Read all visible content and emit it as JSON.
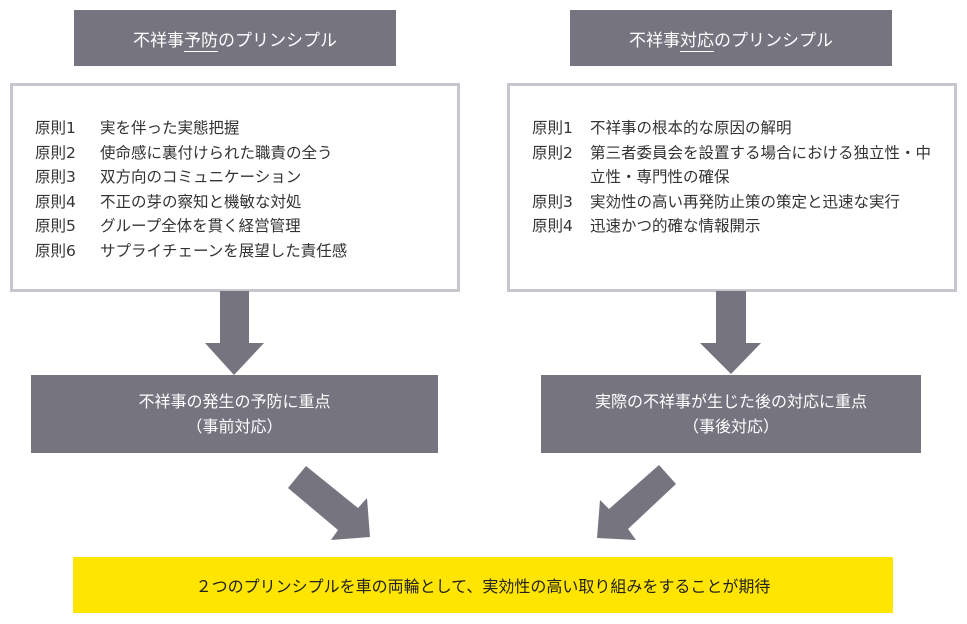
{
  "colors": {
    "header_fill": "#75747f",
    "content_border": "#c8c6cd",
    "arrow_fill": "#75747f",
    "highlight_fill": "#ffe500"
  },
  "left": {
    "title_pre": "不祥事",
    "title_emph": "予防",
    "title_post": "のプリンシプル",
    "principles": [
      {
        "num": "原則1",
        "text": "実を伴った実態把握"
      },
      {
        "num": "原則2",
        "text": "使命感に裏付けられた職責の全う"
      },
      {
        "num": "原則3",
        "text": "双方向のコミュニケーション"
      },
      {
        "num": "原則4",
        "text": "不正の芽の察知と機敏な対処"
      },
      {
        "num": "原則5",
        "text": "グループ全体を貫く経営管理"
      },
      {
        "num": "原則6",
        "text": "サプライチェーンを展望した責任感"
      }
    ],
    "focus_line1": "不祥事の発生の予防に重点",
    "focus_line2": "（事前対応）"
  },
  "right": {
    "title_pre": "不祥事",
    "title_emph": "対応",
    "title_post": "のプリンシプル",
    "principles": [
      {
        "num": "原則1",
        "text": "不祥事の根本的な原因の解明"
      },
      {
        "num": "原則2",
        "text": "第三者委員会を設置する場合における独立性・中立性・専門性の確保"
      },
      {
        "num": "原則3",
        "text": "実効性の高い再発防止策の策定と迅速な実行"
      },
      {
        "num": "原則4",
        "text": "迅速かつ的確な情報開示"
      }
    ],
    "focus_line1": "実際の不祥事が生じた後の対応に重点",
    "focus_line2": "（事後対応）"
  },
  "conclusion": "２つのプリンシプルを車の両輪として、実効性の高い取り組みをすることが期待"
}
